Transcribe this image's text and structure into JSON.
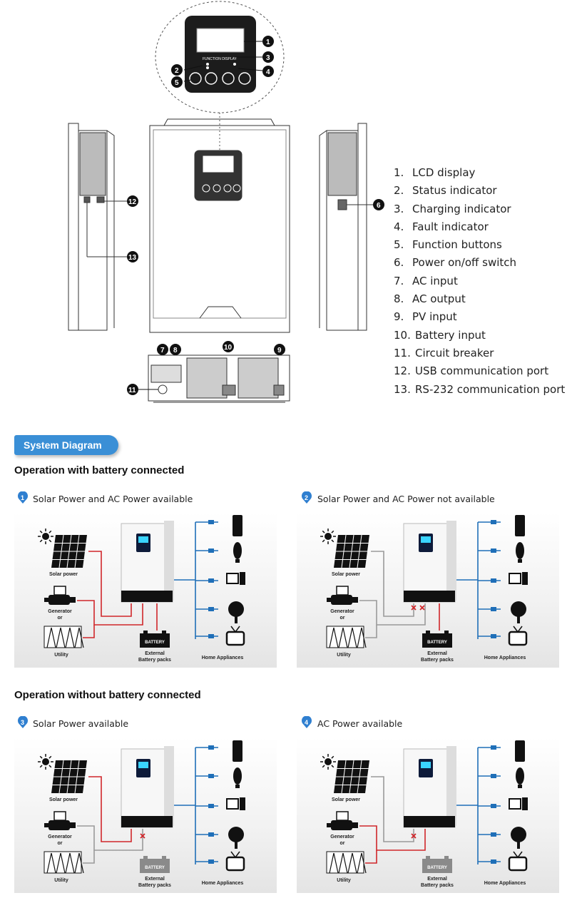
{
  "legend": [
    {
      "num": "1.",
      "label": "LCD display"
    },
    {
      "num": "2.",
      "label": "Status indicator"
    },
    {
      "num": "3.",
      "label": "Charging indicator"
    },
    {
      "num": "4.",
      "label": "Fault indicator"
    },
    {
      "num": "5.",
      "label": "Function buttons"
    },
    {
      "num": "6.",
      "label": "Power on/off switch"
    },
    {
      "num": "7.",
      "label": "AC input"
    },
    {
      "num": "8.",
      "label": "AC output"
    },
    {
      "num": "9.",
      "label": "PV input"
    },
    {
      "num": "10.",
      "label": "Battery input"
    },
    {
      "num": "11.",
      "label": "Circuit breaker"
    },
    {
      "num": "12.",
      "label": "USB communication port"
    },
    {
      "num": "13.",
      "label": "RS-232 communication port"
    }
  ],
  "callouts": [
    "1",
    "2",
    "3",
    "4",
    "5",
    "6",
    "7",
    "8",
    "9",
    "10",
    "11",
    "12",
    "13"
  ],
  "device_text": {
    "function_display": "FUNCTION DISPLAY"
  },
  "section_tag": "System Diagram",
  "heading_with_battery": "Operation with battery connected",
  "heading_without_battery": "Operation without battery connected",
  "scenarios": [
    {
      "num": "1",
      "title": "Solar Power and AC Power available"
    },
    {
      "num": "2",
      "title": "Solar Power and AC Power not available"
    },
    {
      "num": "3",
      "title": "Solar Power available"
    },
    {
      "num": "4",
      "title": "AC Power available"
    }
  ],
  "diagram_labels": {
    "solar": "Solar power",
    "generator": "Generator",
    "or": "or",
    "utility": "Utility",
    "battery": "BATTERY",
    "external": "External",
    "battery_packs": "Battery packs",
    "home": "Home Appliances"
  },
  "colors": {
    "accent": "#3a8fd6",
    "red_line": "#d0262a",
    "blue_line": "#1f6fb8",
    "gray_line": "#9a9a9a"
  }
}
